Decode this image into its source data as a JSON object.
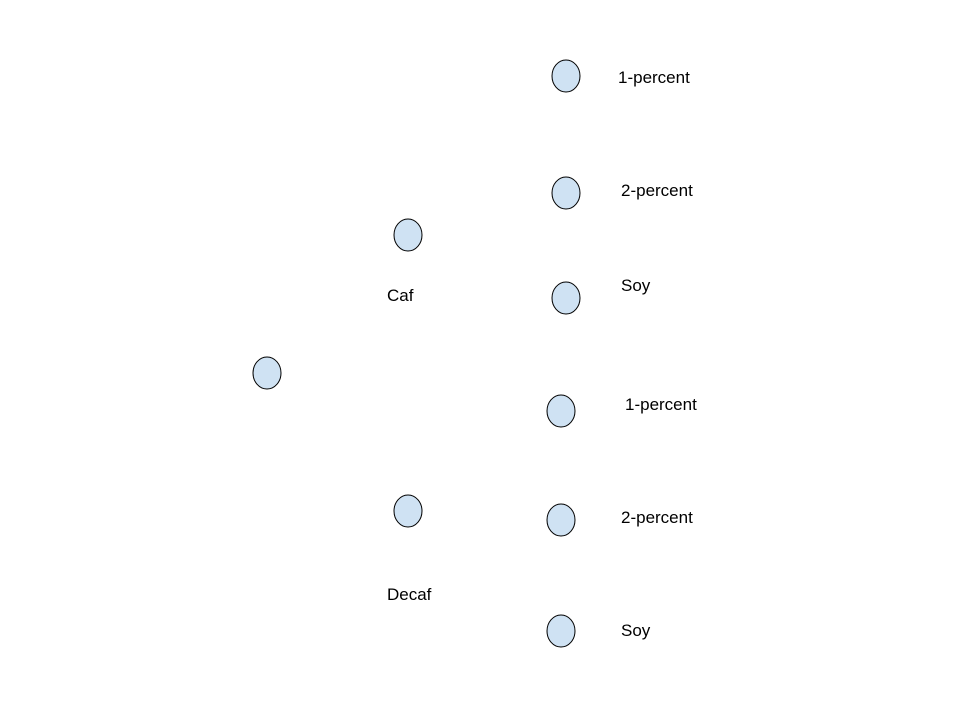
{
  "diagram": {
    "colors": {
      "node_fill": "#cfe2f3",
      "node_stroke": "#000000"
    },
    "nodes": [
      {
        "id": "root",
        "label": ""
      },
      {
        "id": "caf",
        "label": "Caf"
      },
      {
        "id": "decaf",
        "label": "Decaf"
      },
      {
        "id": "caf-1-percent",
        "label": "1-percent"
      },
      {
        "id": "caf-2-percent",
        "label": "2-percent"
      },
      {
        "id": "caf-soy",
        "label": "Soy"
      },
      {
        "id": "decaf-1-percent",
        "label": "1-percent"
      },
      {
        "id": "decaf-2-percent",
        "label": "2-percent"
      },
      {
        "id": "decaf-soy",
        "label": "Soy"
      }
    ]
  }
}
